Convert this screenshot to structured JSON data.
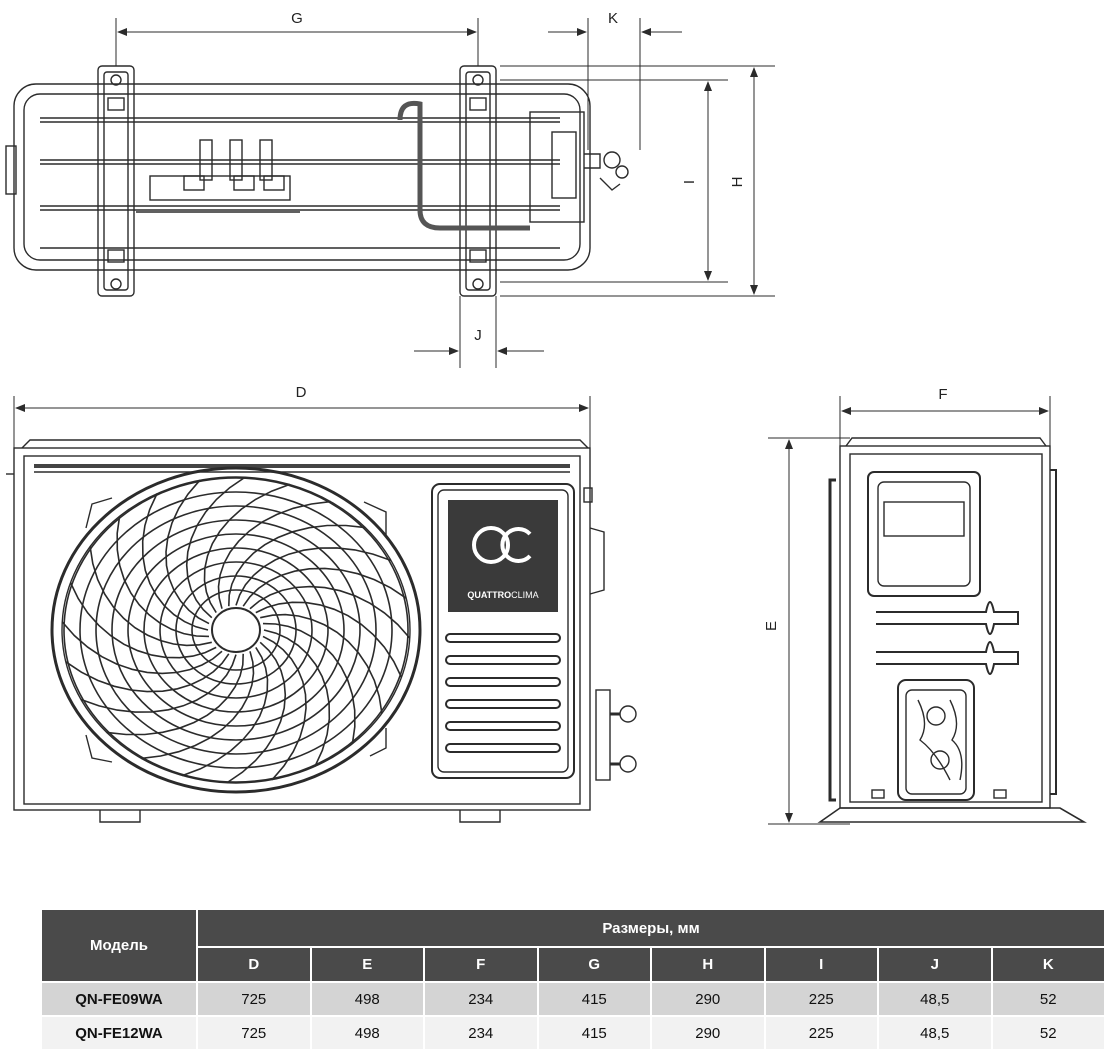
{
  "dimension_labels": {
    "G": "G",
    "K": "K",
    "I": "I",
    "H": "H",
    "J": "J",
    "D": "D",
    "F": "F",
    "E": "E"
  },
  "logo": {
    "mark": "QC",
    "text_bold": "QUATTRO",
    "text_light": "CLIMA"
  },
  "table": {
    "model_header": "Модель",
    "group_header": "Размеры, мм",
    "columns": [
      "D",
      "E",
      "F",
      "G",
      "H",
      "I",
      "J",
      "K"
    ],
    "rows": [
      {
        "model": "QN-FE09WA",
        "values": [
          "725",
          "498",
          "234",
          "415",
          "290",
          "225",
          "48,5",
          "52"
        ]
      },
      {
        "model": "QN-FE12WA",
        "values": [
          "725",
          "498",
          "234",
          "415",
          "290",
          "225",
          "48,5",
          "52"
        ]
      }
    ]
  },
  "colors": {
    "line": "#2b2b2b",
    "header_bg": "#4a4a4a",
    "row1_bg": "#d4d4d4",
    "row2_bg": "#f2f2f2",
    "logo_bg": "#3a3a3a"
  }
}
